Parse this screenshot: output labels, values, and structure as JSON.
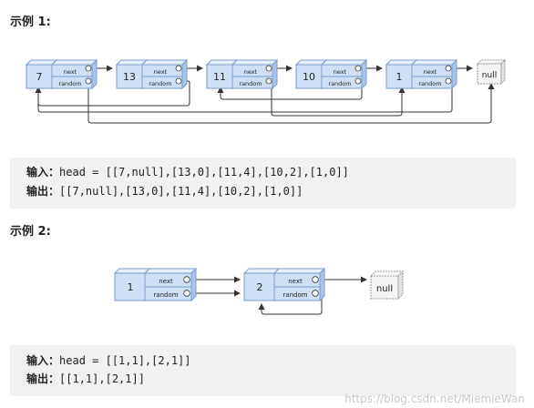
{
  "example1": {
    "title": "示例 1:",
    "nodes": [
      "7",
      "13",
      "11",
      "10",
      "1"
    ],
    "next_label": "next",
    "random_label": "random",
    "null_label": "null",
    "input_label": "输入：",
    "input_value": "head = [[7,null],[13,0],[11,4],[10,2],[1,0]]",
    "output_label": "输出：",
    "output_value": "[[7,null],[13,0],[11,4],[10,2],[1,0]]"
  },
  "example2": {
    "title": "示例 2:",
    "nodes": [
      "1",
      "2"
    ],
    "next_label": "next",
    "random_label": "random",
    "null_label": "null",
    "input_label": "输入：",
    "input_value": "head = [[1,1],[2,1]]",
    "output_label": "输出：",
    "output_value": "[[1,1],[2,1]]"
  },
  "watermark": "https://blog.csdn.net/MiemieWan",
  "colors": {
    "node_front": "#cfe0f6",
    "node_side": "#a9c4ea",
    "node_top": "#e6effb",
    "node_border": "#7d9ccd",
    "arrow": "#333333",
    "null_fill": "#f4f4f4",
    "null_border": "#999999",
    "code_bg": "#f1f1f1"
  }
}
